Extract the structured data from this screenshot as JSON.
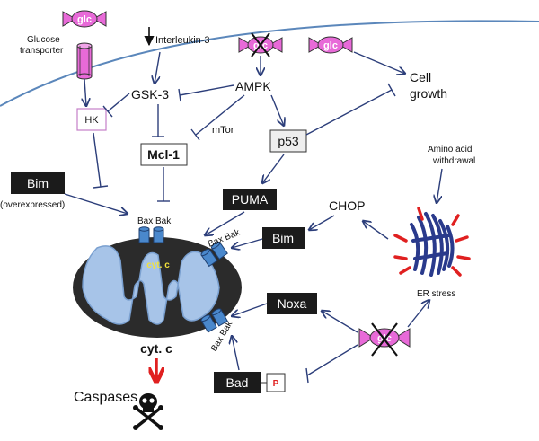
{
  "colors": {
    "line": "#2c3e7a",
    "membrane": "#5b87bb",
    "glc": "#e86ad8",
    "mito_outer": "#2b2b2b",
    "mito_inner": "#a7c4e8",
    "red": "#e02020",
    "box_dark": "#1b1b1b",
    "er": "#2a3a8c"
  },
  "labels": {
    "glc1": "glc",
    "glc2": "glc",
    "glc3": "glc",
    "glc4": "glc",
    "glucose_transporter_l1": "Glucose",
    "glucose_transporter_l2": "transporter",
    "interleukin": "Interleukin-3",
    "gsk3": "GSK-3",
    "ampk": "AMPK",
    "cell_growth_l1": "Cell",
    "cell_growth_l2": "growth",
    "hk": "HK",
    "mtor": "mTor",
    "mcl1": "Mcl-1",
    "p53": "p53",
    "bim_left": "Bim",
    "overexpressed": "(overexpressed)",
    "bax_bak_top": "Bax Bak",
    "bax_bak_right": "Bax Bak",
    "bax_bak_bottom": "Bax Bak",
    "puma": "PUMA",
    "bim_right": "Bim",
    "chop": "CHOP",
    "amino_l1": "Amino acid",
    "amino_l2": "withdrawal",
    "noxa": "Noxa",
    "er_stress": "ER stress",
    "cyt_c_inner": "cyt. c",
    "cyt_c_outer": "cyt. c",
    "caspases": "Caspases",
    "bad": "Bad",
    "p": "P"
  }
}
